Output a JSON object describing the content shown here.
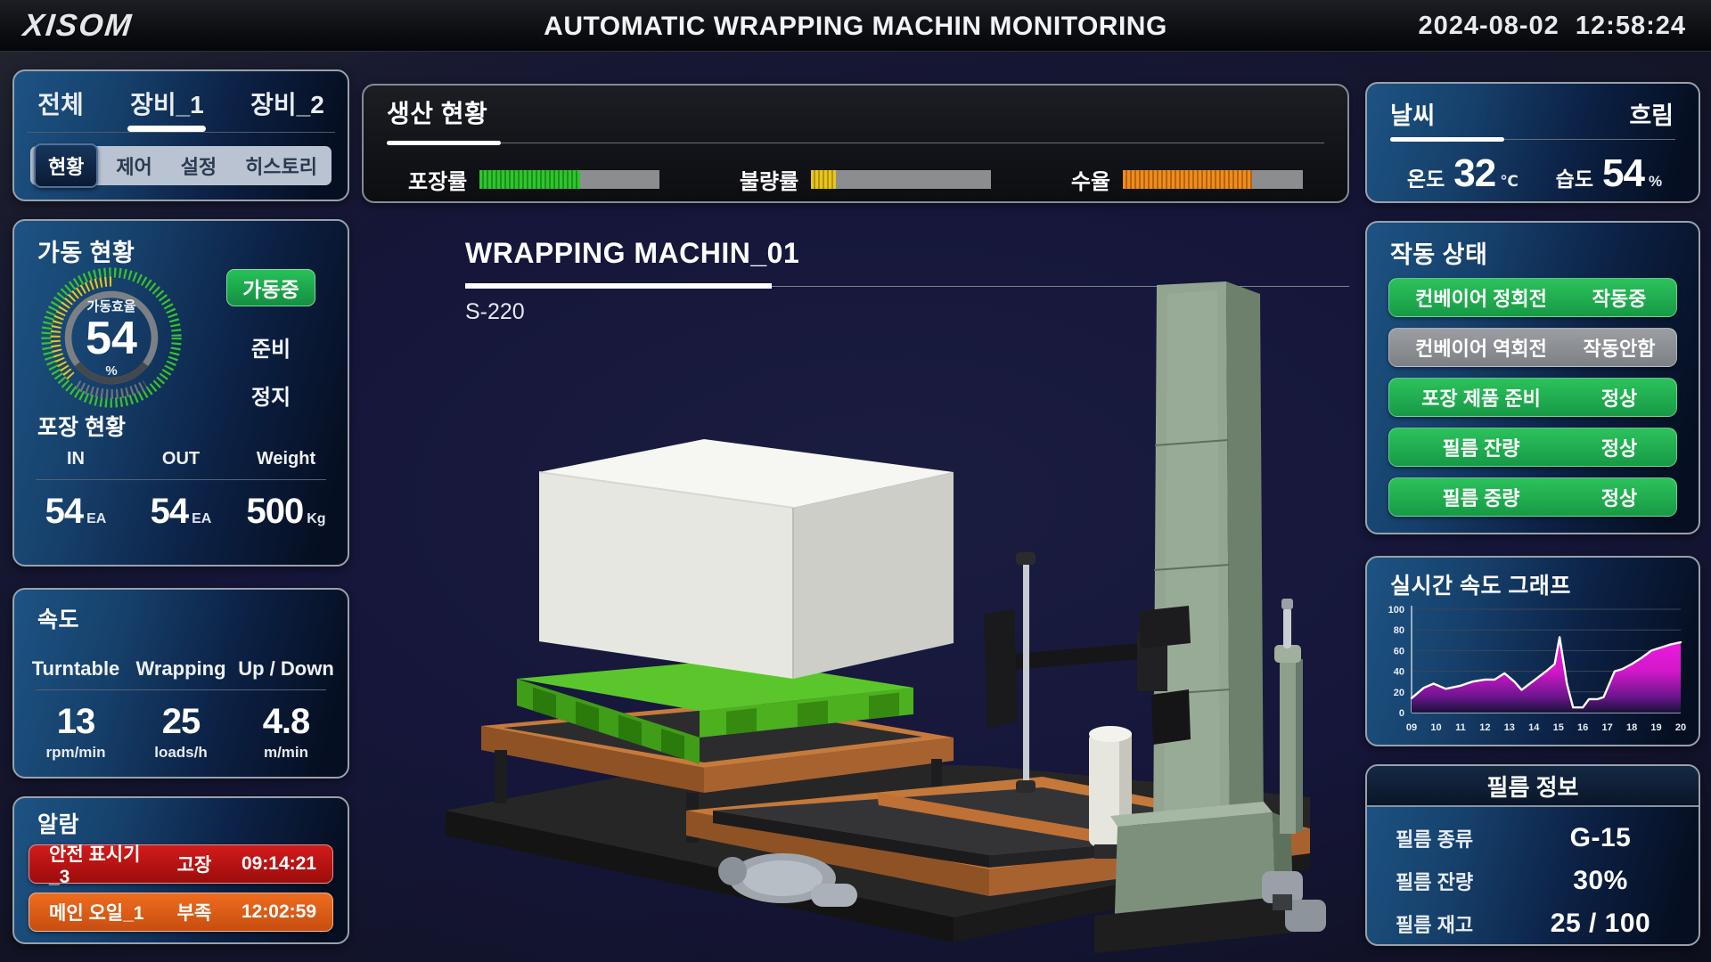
{
  "header": {
    "logo": "XISOM",
    "title": "AUTOMATIC WRAPPING MACHIN MONITORING",
    "datetime": "2024-08-02  12:58:24"
  },
  "left": {
    "tabs": {
      "items": [
        {
          "label": "전체",
          "active": false
        },
        {
          "label": "장비_1",
          "active": true
        },
        {
          "label": "장비_2",
          "active": false
        }
      ],
      "subtabs": [
        {
          "label": "현황",
          "active": true
        },
        {
          "label": "제어",
          "active": false
        },
        {
          "label": "설정",
          "active": false
        },
        {
          "label": "히스토리",
          "active": false
        }
      ]
    },
    "operation": {
      "title": "가동 현황",
      "gauge": {
        "label": "가동효율",
        "value": "54",
        "unit": "%"
      },
      "states": {
        "running": "가동중",
        "ready": "준비",
        "stop": "정지"
      },
      "packing": {
        "title": "포장 현황",
        "cols": [
          {
            "label": "IN",
            "value": "54",
            "unit": "EA"
          },
          {
            "label": "OUT",
            "value": "54",
            "unit": "EA"
          },
          {
            "label": "Weight",
            "value": "500",
            "unit": "Kg"
          }
        ]
      }
    },
    "speed": {
      "title": "속도",
      "cols": [
        {
          "label": "Turntable",
          "value": "13",
          "unit": "rpm/min"
        },
        {
          "label": "Wrapping",
          "value": "25",
          "unit": "loads/h"
        },
        {
          "label": "Up / Down",
          "value": "4.8",
          "unit": "m/min"
        }
      ]
    },
    "alarm": {
      "title": "알람",
      "items": [
        {
          "name": "안전 표시기_3",
          "status": "고장",
          "time": "09:14:21",
          "severity": "critical"
        },
        {
          "name": "메인 오일_1",
          "status": "부족",
          "time": "12:02:59",
          "severity": "warning"
        }
      ]
    }
  },
  "production": {
    "title": "생산 현황",
    "bars": [
      {
        "label": "포장률",
        "percent": 56,
        "color": "#2fc52f",
        "color_dark": "#1e8f1c"
      },
      {
        "label": "불량률",
        "percent": 14,
        "color": "#e8c51f",
        "color_dark": "#b2940d"
      },
      {
        "label": "수율",
        "percent": 72,
        "color": "#ef8c1d",
        "color_dark": "#b56410"
      }
    ]
  },
  "machine": {
    "title": "WRAPPING MACHIN_01",
    "model": "S-220"
  },
  "weather": {
    "title": "날씨",
    "condition": "흐림",
    "temperature": {
      "label": "온도",
      "value": "32",
      "unit": "℃"
    },
    "humidity": {
      "label": "습도",
      "value": "54",
      "unit": "%"
    }
  },
  "status_panel": {
    "title": "작동 상태",
    "items": [
      {
        "name": "컨베이어 정회전",
        "state": "작동중",
        "variant": "on"
      },
      {
        "name": "컨베이어 역회전",
        "state": "작동안함",
        "variant": "off"
      },
      {
        "name": "포장 제품 준비",
        "state": "정상",
        "variant": "on"
      },
      {
        "name": "필름 잔량",
        "state": "정상",
        "variant": "on"
      },
      {
        "name": "필름 중량",
        "state": "정상",
        "variant": "on"
      }
    ]
  },
  "chart_panel": {
    "title": "실시간 속도 그래프"
  },
  "chart_data": {
    "type": "area",
    "title": "실시간 속도 그래프",
    "x_labels": [
      "09",
      "10",
      "11",
      "12",
      "13",
      "14",
      "15",
      "16",
      "17",
      "18",
      "19",
      "20"
    ],
    "x": [
      9,
      9.5,
      9.9,
      10.4,
      11,
      11.5,
      12,
      12.4,
      12.8,
      13.2,
      13.5,
      14,
      14.5,
      14.85,
      15.05,
      15.35,
      15.6,
      16,
      16.25,
      16.6,
      16.85,
      17.3,
      17.6,
      18,
      18.4,
      18.8,
      19.2,
      19.6,
      20
    ],
    "y": [
      14,
      24,
      28,
      23,
      26,
      30,
      32,
      32,
      38,
      30,
      22,
      31,
      40,
      47,
      73,
      28,
      5,
      5,
      13,
      13,
      15,
      40,
      42,
      47,
      53,
      60,
      63,
      66,
      68
    ],
    "ylim": [
      0,
      100
    ],
    "y_ticks": [
      0,
      20,
      40,
      60,
      80,
      100
    ],
    "line_color": "#ffffff",
    "fill_top": "#ee1de2",
    "grid": true,
    "legend": "none"
  },
  "film": {
    "title": "필름 정보",
    "rows": [
      {
        "label": "필름 종류",
        "value": "G-15"
      },
      {
        "label": "필름 잔량",
        "value": "30%"
      },
      {
        "label": "필름 재고",
        "value": "25 / 100"
      }
    ]
  }
}
